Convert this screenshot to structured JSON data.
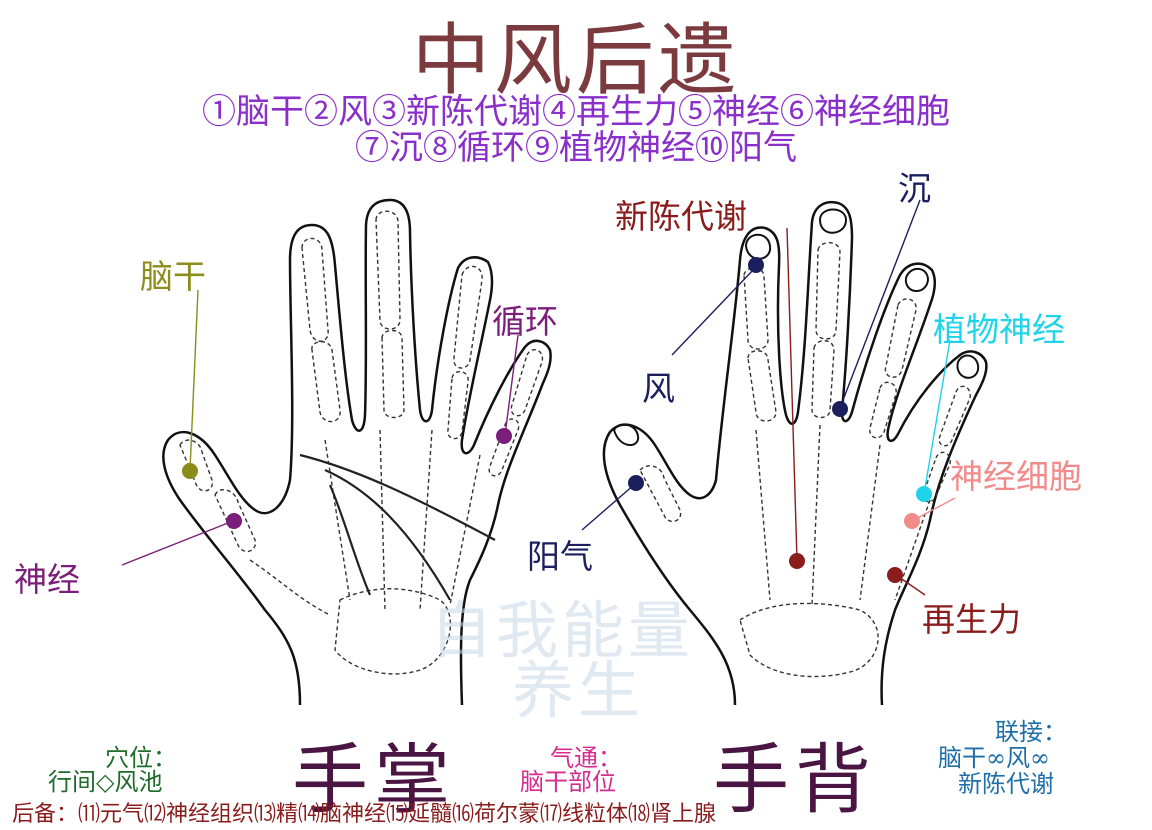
{
  "title": "中风后遗",
  "legend": {
    "line1": "①脑干②风③新陈代谢④再生力⑤神经⑥神经细胞",
    "line2": "⑦沉⑧循环⑨植物神经⑩阳气"
  },
  "palm_points": [
    {
      "label": "脑干",
      "color": "#8c8c1a"
    },
    {
      "label": "神经",
      "color": "#7b1e7a"
    },
    {
      "label": "循环",
      "color": "#7b1e7a"
    }
  ],
  "back_points": [
    {
      "label": "新陈代谢",
      "color": "#8a1c1c"
    },
    {
      "label": "沉",
      "color": "#1b1f5e"
    },
    {
      "label": "风",
      "color": "#1b1f5e"
    },
    {
      "label": "植物神经",
      "color": "#1fd4e8"
    },
    {
      "label": "阳气",
      "color": "#1b1f5e"
    },
    {
      "label": "神经细胞",
      "color": "#f28a8a"
    },
    {
      "label": "再生力",
      "color": "#8a1c1c"
    }
  ],
  "watermark": {
    "line1": "自我能量",
    "line2": "养生"
  },
  "captions": {
    "palm": "手掌",
    "back": "手背"
  },
  "acupoints": {
    "title": "穴位：",
    "value": "行间◇风池"
  },
  "qi": {
    "title": "气通：",
    "value": "脑干部位"
  },
  "link": {
    "title": "联接：",
    "line1": "脑干∞风∞",
    "line2": "新陈代谢"
  },
  "backup": "后备：⑾元气⑿神经组织⒀精⒁脑神经⒂延髓⒃荷尔蒙⒄线粒体⒅肾上腺"
}
